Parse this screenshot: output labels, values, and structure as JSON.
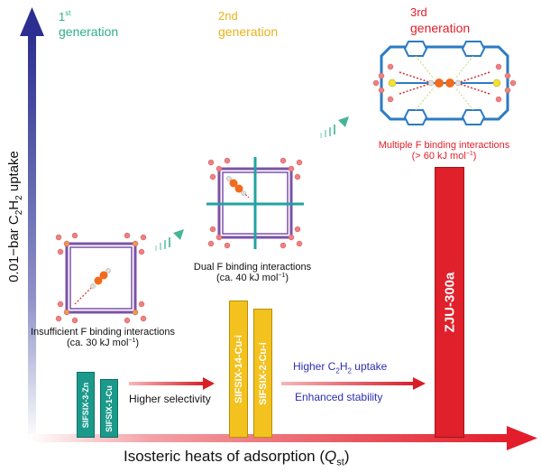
{
  "generations": {
    "first": {
      "ordinal_num": "1",
      "ordinal_suffix": "st",
      "word": "generation",
      "color": "#2fae8a"
    },
    "second": {
      "ordinal_num": "2nd",
      "word": "generation",
      "color": "#e9b21b"
    },
    "third": {
      "ordinal_num": "3rd",
      "word": "generation",
      "color": "#e01f2a"
    }
  },
  "captions": {
    "first": {
      "line1": "Insufficient F binding interactions",
      "line2_pre": "(ca. 30 kJ mol",
      "line2_sup": "−1",
      "line2_post": ")"
    },
    "second": {
      "line1": "Dual F binding interactions",
      "line2_pre": "(ca. 40 kJ mol",
      "line2_sup": "−1",
      "line2_post": ")"
    },
    "third": {
      "line1": "Multiple F binding interactions",
      "line2_pre": "(> 60 kJ mol",
      "line2_sup": "−1",
      "line2_post": ")"
    }
  },
  "bars": [
    {
      "label": "SIFSIX-3-Zn",
      "color": "#1b9a8c"
    },
    {
      "label": "SIFSIX-1-Cu",
      "color": "#1b9a8c"
    },
    {
      "label": "SIFSIX-14-Cu-i",
      "color": "#f3c21f"
    },
    {
      "label": "SIFSIX-2-Cu-i",
      "color": "#f3c21f"
    },
    {
      "label": "ZJU-300a",
      "color": "#e0202a"
    }
  ],
  "arrows": {
    "selectivity": "Higher selectivity",
    "uptake_pre": "Higher C",
    "uptake_sub1": "2",
    "uptake_mid": "H",
    "uptake_sub2": "2",
    "uptake_post": " uptake",
    "stability": "Enhanced stability"
  },
  "axes": {
    "y_pre": "0.01−bar C",
    "y_sub1": "2",
    "y_mid": "H",
    "y_sub2": "2",
    "y_post": " uptake",
    "x_pre": "Isosteric heats of adsorption (",
    "x_q": "Q",
    "x_sub": "st",
    "x_post": ")"
  },
  "colors": {
    "y_axis": "#2c2f8f",
    "x_axis": "#e31d2b",
    "framework": "#7b52a8",
    "teal_pillar": "#21a3a2",
    "blue_frame": "#2b7bc4",
    "copper": "#e7a33a",
    "fluorine": "#f08080",
    "guest": "#f26b1d"
  }
}
